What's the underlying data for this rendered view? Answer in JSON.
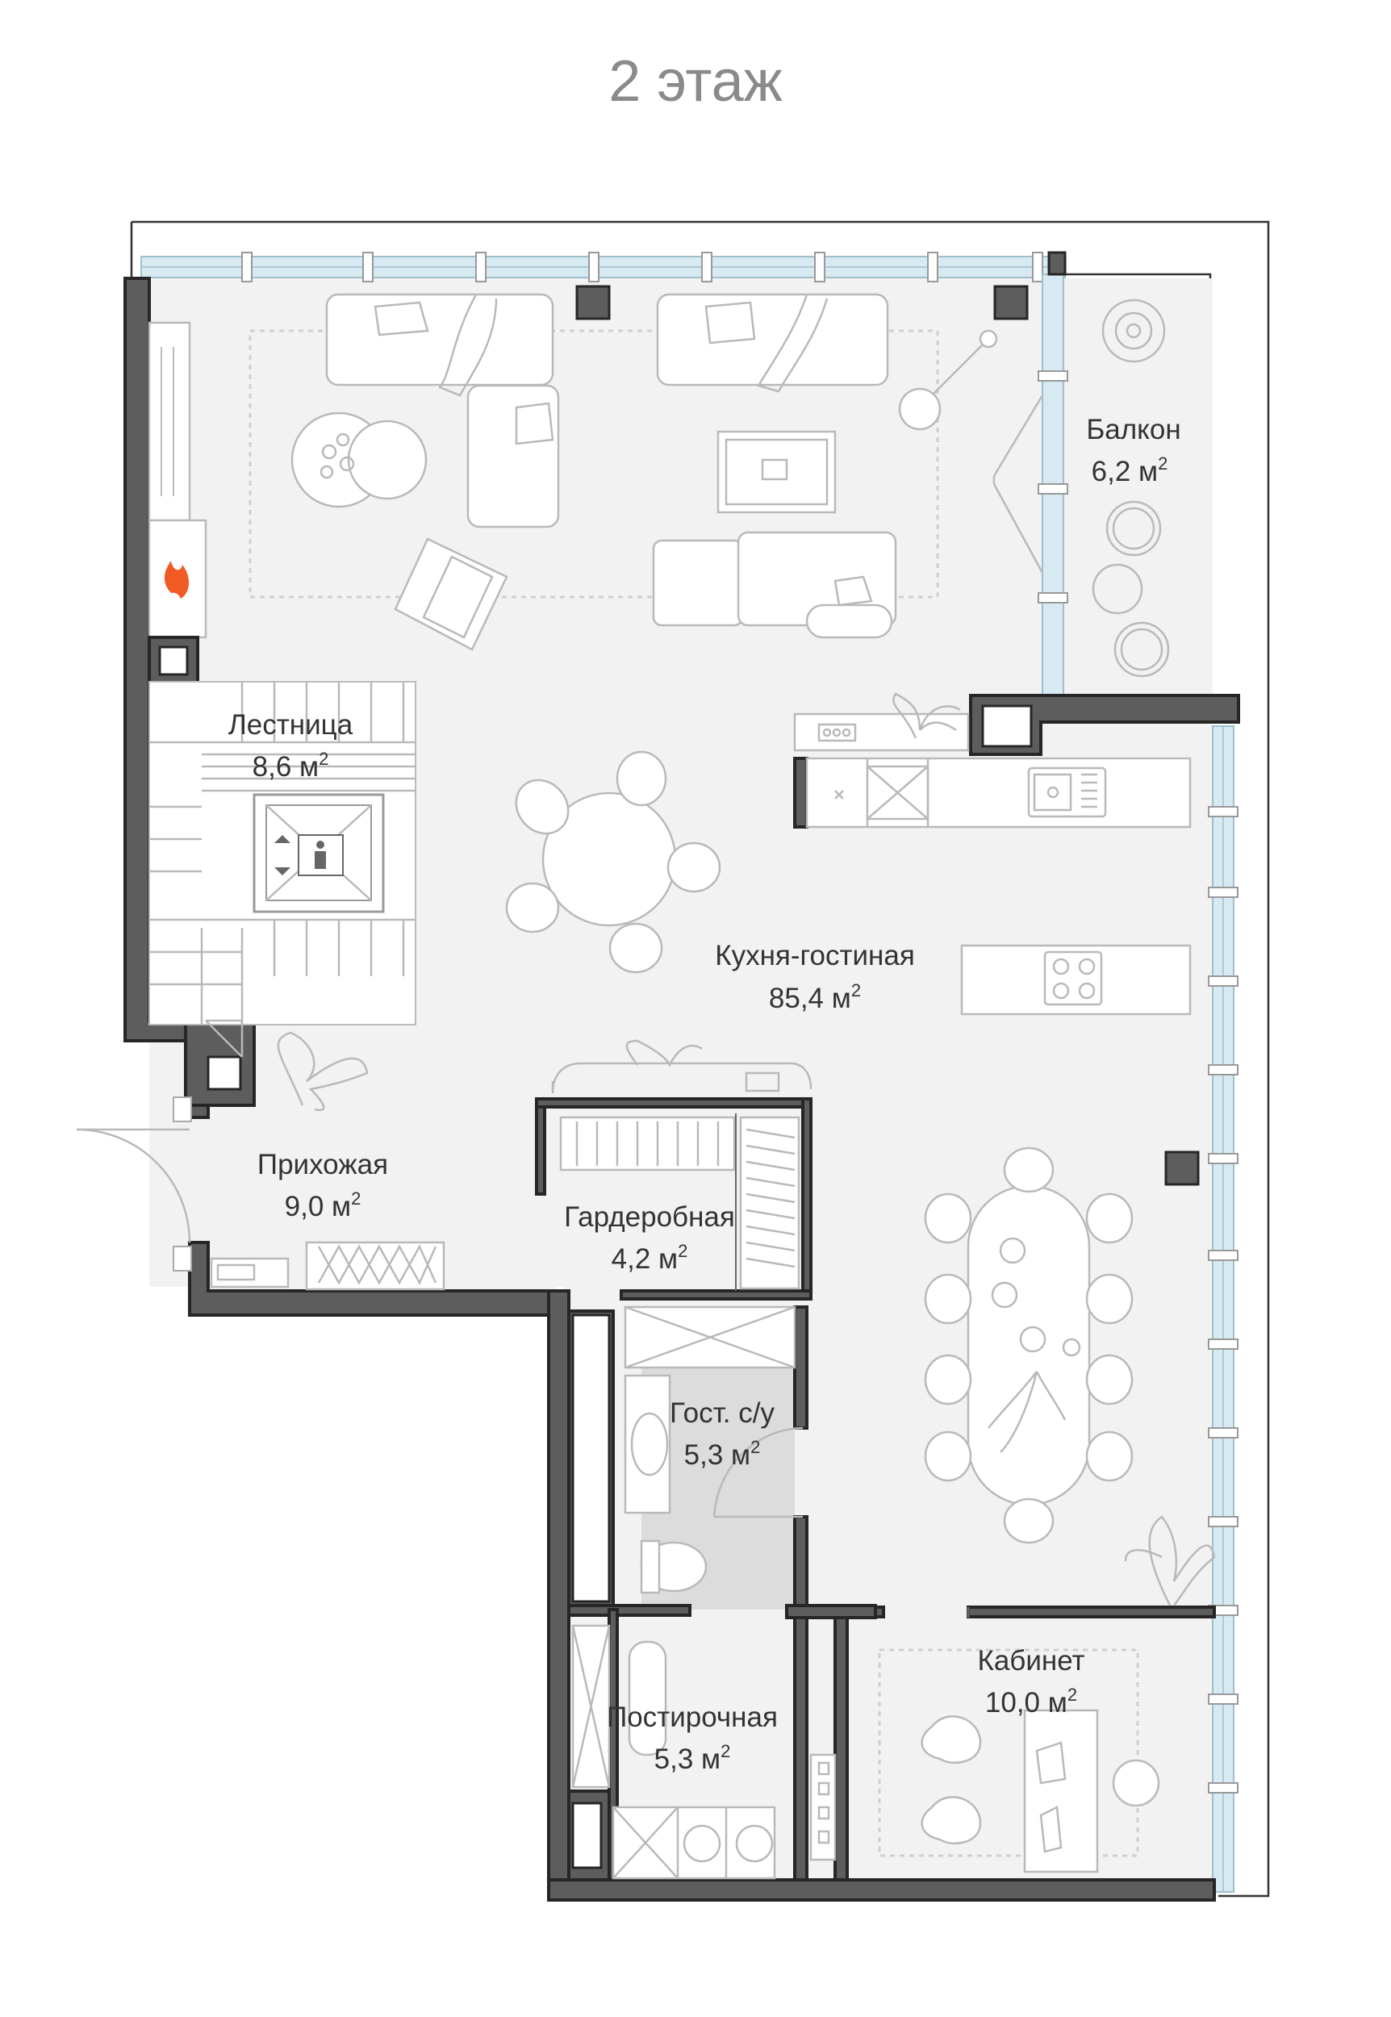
{
  "title": "2 этаж",
  "rooms": [
    {
      "name": "Балкон",
      "area": "6,2 м",
      "sup": "2"
    },
    {
      "name": "Лестница",
      "area": "8,6 м",
      "sup": "2"
    },
    {
      "name": "Кухня-гостиная",
      "area": "85,4 м",
      "sup": "2"
    },
    {
      "name": "Прихожая",
      "area": "9,0 м",
      "sup": "2"
    },
    {
      "name": "Гардеробная",
      "area": "4,2 м",
      "sup": "2"
    },
    {
      "name": "Гост. с/у",
      "area": "5,3 м",
      "sup": "2"
    },
    {
      "name": "Постирочная",
      "area": "5,3 м",
      "sup": "2"
    },
    {
      "name": "Кабинет",
      "area": "10,0 м",
      "sup": "2"
    }
  ],
  "colors": {
    "wall": "#5d5d5d",
    "floor": "#f2f2f2",
    "glass": "#d7eaf1",
    "title": "#8a8a8a",
    "fire": "#f15a24"
  },
  "icons": [
    "fireplace-fire-icon",
    "elevator-icon"
  ]
}
